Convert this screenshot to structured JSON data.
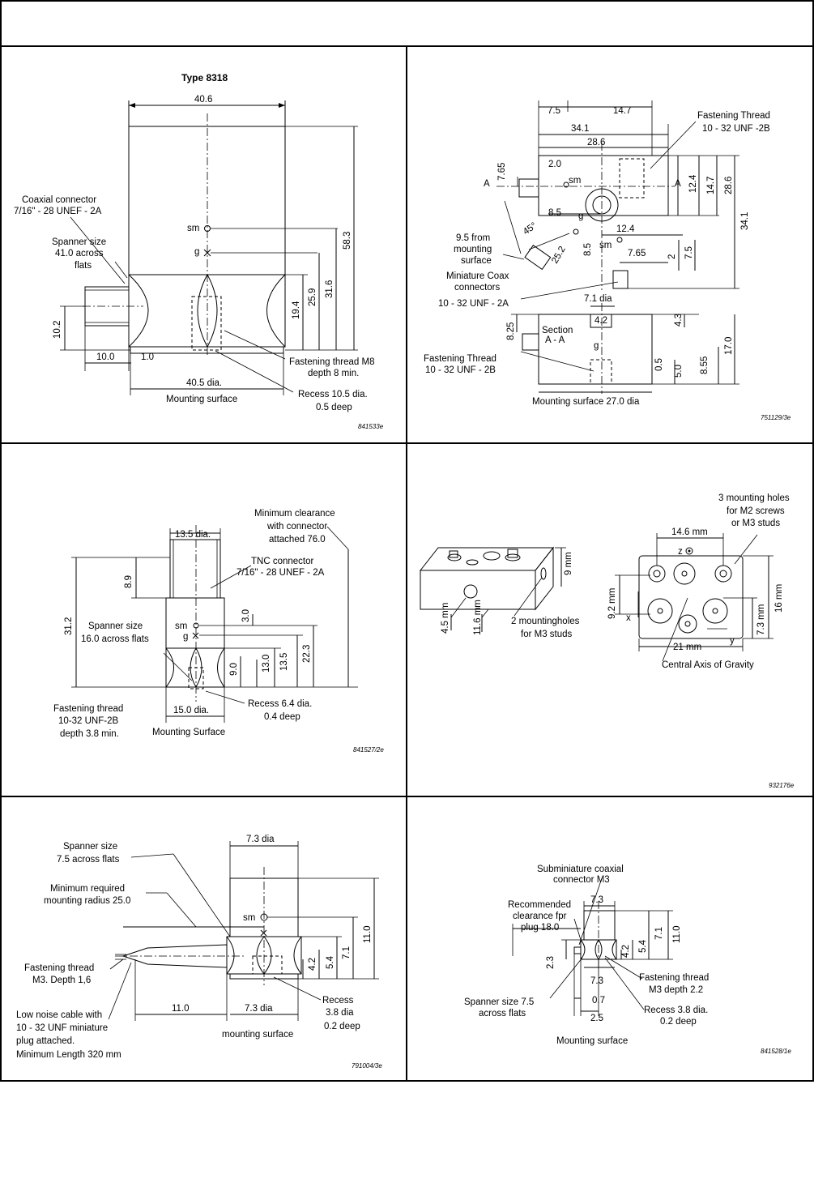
{
  "d1": {
    "title": "Type 8318",
    "code": "841533e",
    "labels": [
      "40.6",
      "Coaxial connector",
      "7/16\" - 28 UNEF - 2A",
      "Spanner size",
      "41.0 across",
      "flats",
      "sm",
      "g",
      "58.3",
      "31.6",
      "25.9",
      "19.4",
      "10.2",
      "10.0",
      "1.0",
      "40.5 dia.",
      "Mounting surface",
      "Fastening thread M8",
      "depth 8 min.",
      "Recess 10.5 dia.",
      "0.5 deep"
    ]
  },
  "d2": {
    "code": "751129/3e",
    "labels": [
      "7.5",
      "14.7",
      "34.1",
      "28.6",
      "2.0",
      "7.65",
      "A",
      "sm",
      "A",
      "12.4",
      "14.7",
      "28.6",
      "34.1",
      "Fastening Thread",
      "10 - 32 UNF -2B",
      "8.5",
      "g",
      "45°",
      "12.4",
      "sm",
      "9.5 from",
      "mounting",
      "surface",
      "25.2",
      "8.5",
      "7.65",
      "2",
      "7.5",
      "Miniature Coax",
      "connectors",
      "10 - 32 UNF - 2A",
      "7.1 dia",
      "4.2",
      "4.3",
      "8.25",
      "Section",
      "A - A",
      "g",
      "17.0",
      "Fastening Thread",
      "10 - 32 UNF - 2B",
      "0.5",
      "5.0",
      "8.55",
      "Mounting surface 27.0 dia"
    ]
  },
  "d3": {
    "code": "841527/2e",
    "labels": [
      "13.5 dia.",
      "Minimum clearance",
      "with connector",
      "attached 76.0",
      "TNC connector",
      "7/16\" - 28 UNEF - 2A",
      "8.9",
      "31.2",
      "3.0",
      "Spanner size",
      "16.0 across flats",
      "sm",
      "g",
      "22.3",
      "13.5",
      "13.0",
      "9.0",
      "Fastening thread",
      "10-32 UNF-2B",
      "depth 3.8 min.",
      "15.0 dia.",
      "Recess 6.4 dia.",
      "0.4 deep",
      "Mounting Surface"
    ]
  },
  "d4": {
    "code": "932176e",
    "labels": [
      "9 mm",
      "4.5 mm",
      "11.6 mm",
      "2 mountingholes",
      "for M3 studs",
      "3 mounting holes",
      "for M2 screws",
      "or M3 studs",
      "14.6 mm",
      "z",
      "9.2 mm",
      "x",
      "7.3 mm",
      "16 mm",
      "21 mm",
      "y",
      "Central Axis of Gravity"
    ]
  },
  "d5": {
    "code": "791004/3e",
    "labels": [
      "Spanner size",
      "7.5 across flats",
      "7.3 dia",
      "Minimum required",
      "mounting radius 25.0",
      "sm",
      "11.0",
      "7.1",
      "5.4",
      "4.2",
      "Fastening thread",
      "M3. Depth 1,6",
      "Low noise cable with",
      "10 - 32 UNF miniature",
      "plug attached.",
      "Minimum Length 320 mm",
      "11.0",
      "7.3 dia",
      "mounting surface",
      "Recess",
      "3.8 dia",
      "0.2 deep"
    ]
  },
  "d6": {
    "code": "841528/1e",
    "labels": [
      "Subminiature coaxial",
      "connector M3",
      "Recommended",
      "clearance fpr",
      "plug 18.0",
      "7.3",
      "11.0",
      "7.1",
      "5.4",
      "4.2",
      "2.3",
      "7.3",
      "0.7",
      "2.5",
      "Fastening thread",
      "M3 depth 2.2",
      "Spanner size 7.5",
      "across flats",
      "Recess 3.8 dia.",
      "0.2 deep",
      "Mounting surface"
    ]
  }
}
